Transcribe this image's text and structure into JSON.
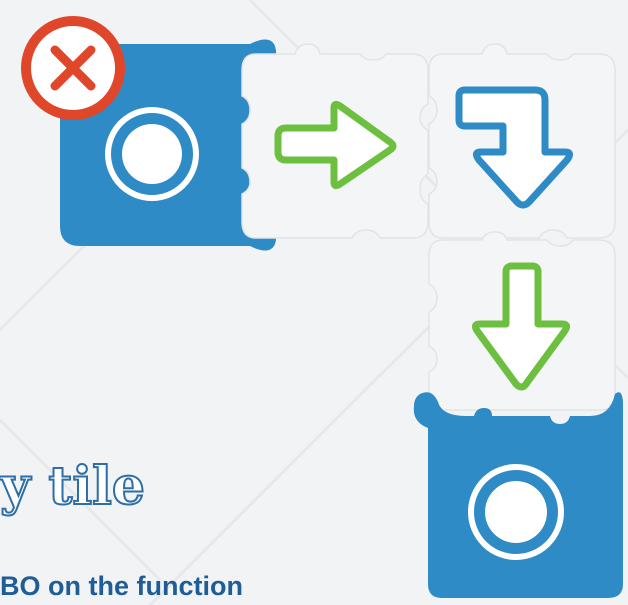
{
  "heading": {
    "text": "y tile"
  },
  "subtitle": {
    "text": "BO on the function"
  },
  "tiles": [
    {
      "kind": "start-block",
      "icon": "ring-icon"
    },
    {
      "kind": "command",
      "icon": "arrow-right-icon",
      "color": "#6cbf3f"
    },
    {
      "kind": "command",
      "icon": "arrow-turn-down-icon",
      "color": "#2e8bc5"
    },
    {
      "kind": "command",
      "icon": "arrow-down-icon",
      "color": "#6cbf3f"
    },
    {
      "kind": "end-block",
      "icon": "ring-icon"
    }
  ],
  "delete_badge": {
    "icon": "close-icon",
    "color": "#e0462a"
  },
  "colors": {
    "background": "#f1f3f5",
    "block_blue": "#2e8bc5",
    "arrow_green": "#6cbf3f",
    "arrow_blue": "#2e8bc5",
    "delete_red": "#e0462a",
    "heading_outline": "#2e6ea6",
    "subtitle_text": "#1e5d96"
  }
}
